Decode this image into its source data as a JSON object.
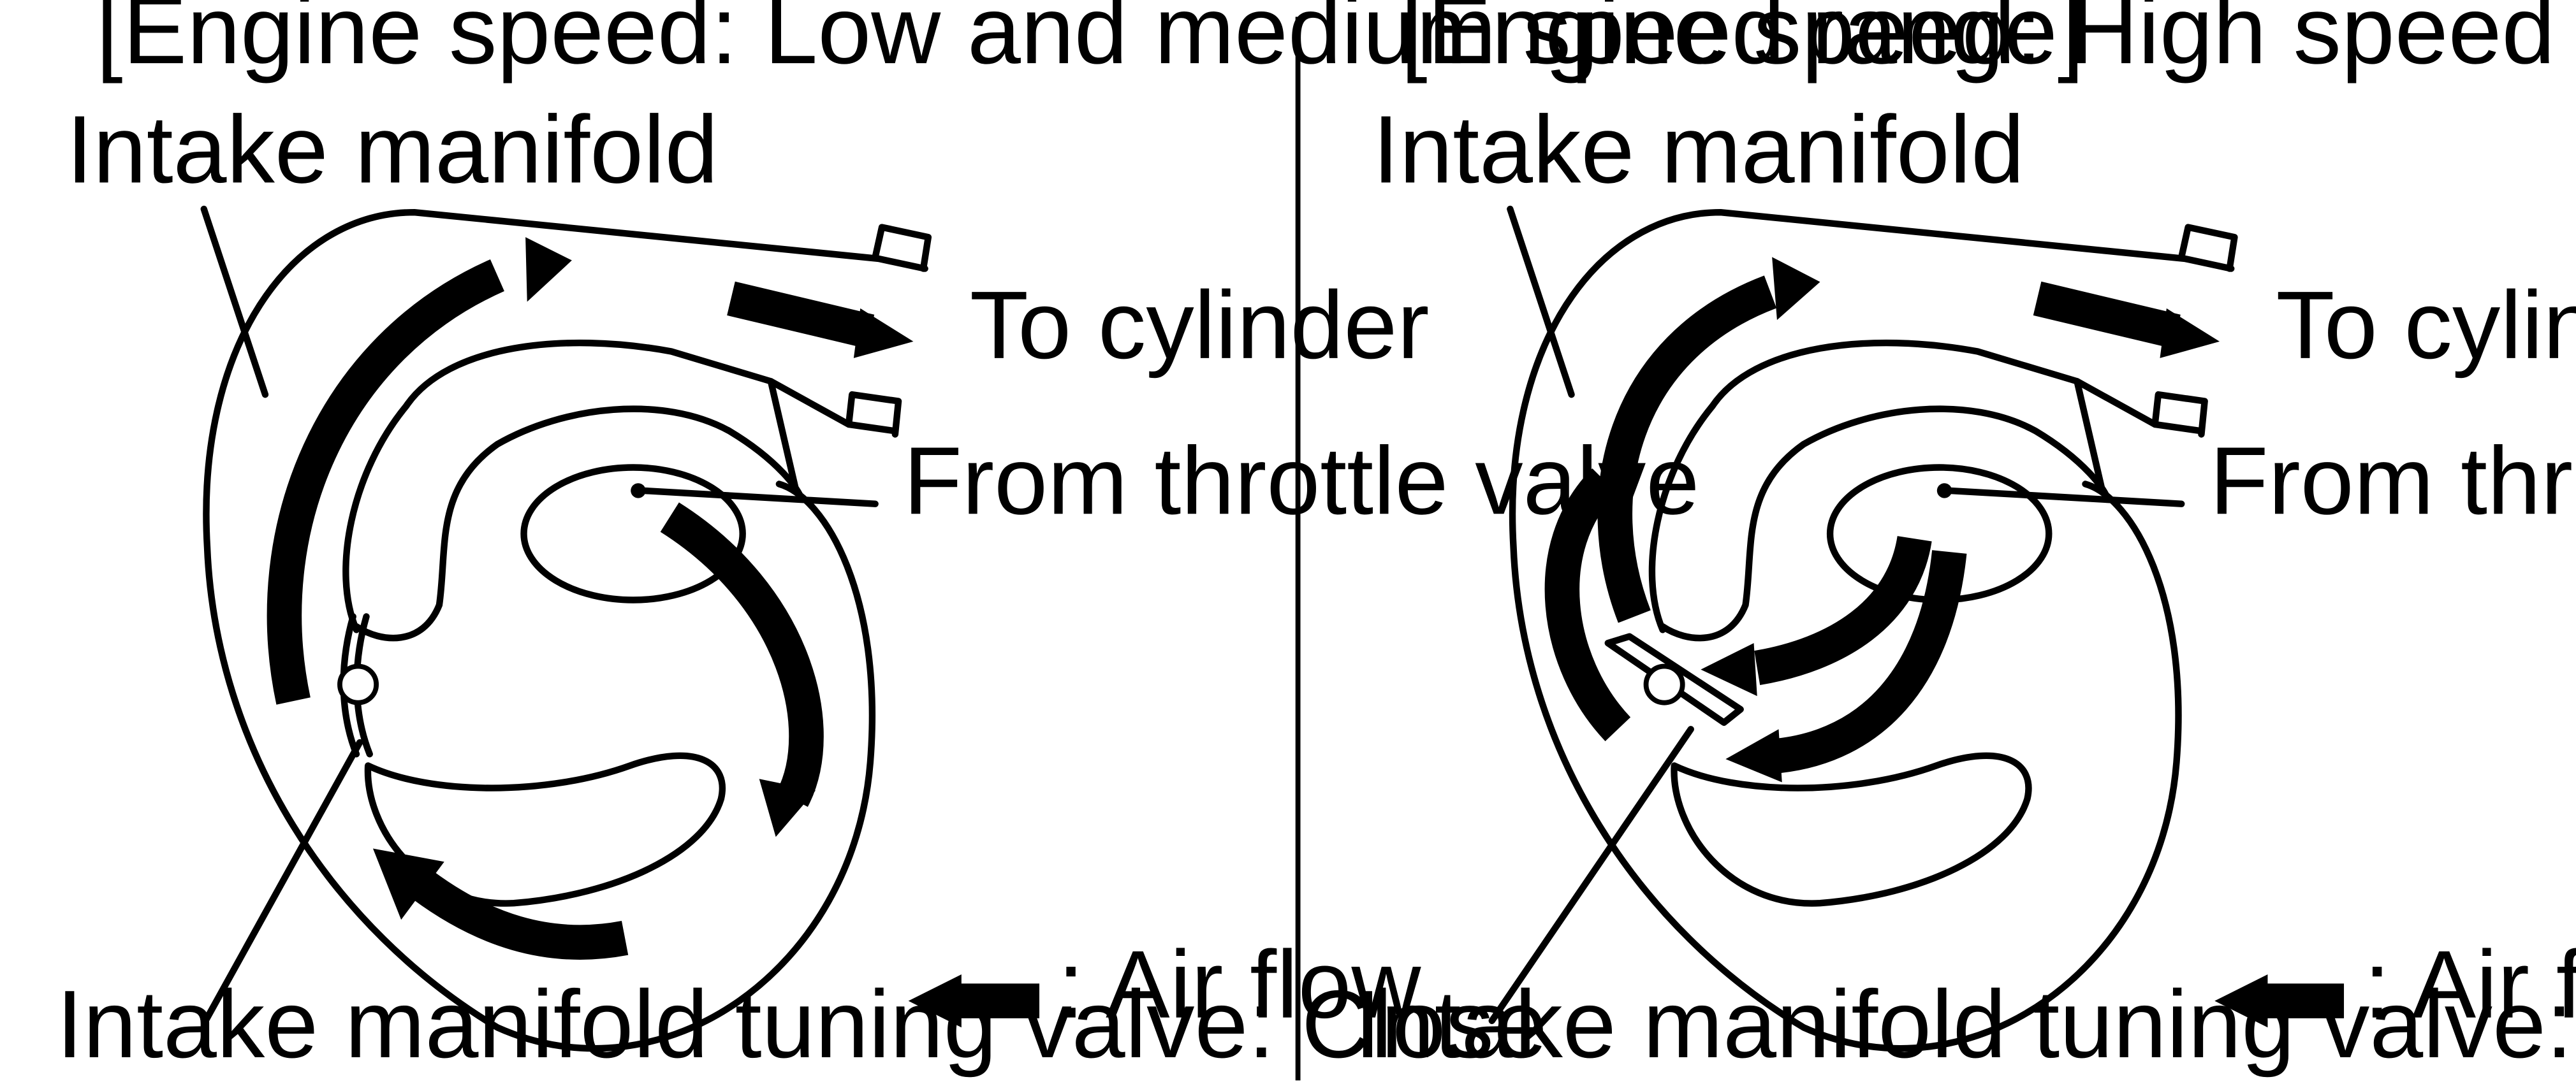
{
  "left_panel": {
    "title": "[Engine speed: Low and medium speed range]",
    "intake_manifold_label": "Intake manifold",
    "to_cylinder_label": "To cylinder",
    "from_throttle_label": "From throttle valve",
    "valve_label": "Intake manifold tuning valve: Close",
    "legend_label": ": Air flow"
  },
  "right_panel": {
    "title": "[Engine speed: High speed range]",
    "intake_manifold_label": "Intake manifold",
    "to_cylinder_label": "To cylinder",
    "from_throttle_label": "From throttle valve",
    "valve_label": "Intake manifold tuning valve: Open",
    "legend_label": ": Air flow"
  }
}
